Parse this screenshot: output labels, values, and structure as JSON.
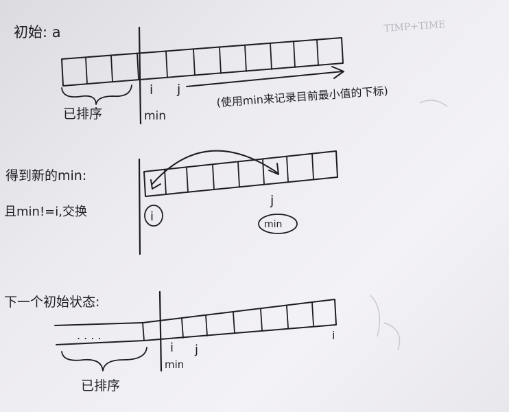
{
  "ghost_text": "TIMP+TIME",
  "section1": {
    "heading": "初始: a",
    "sorted_label": "已排序",
    "i_label": "i",
    "min_label": "min",
    "j_label": "j",
    "note": "(使用min来记录目前最小值的下标)"
  },
  "section2": {
    "heading_line1": "得到新的min:",
    "heading_line2": "且min!=i,交换",
    "i_label": "i",
    "j_label": "j",
    "min_label": "min"
  },
  "section3": {
    "heading": "下一个初始状态:",
    "dots": ". . . .",
    "i_label": "i",
    "min_label": "min",
    "j_label": "j",
    "end_label": "i",
    "sorted_label": "已排序"
  }
}
